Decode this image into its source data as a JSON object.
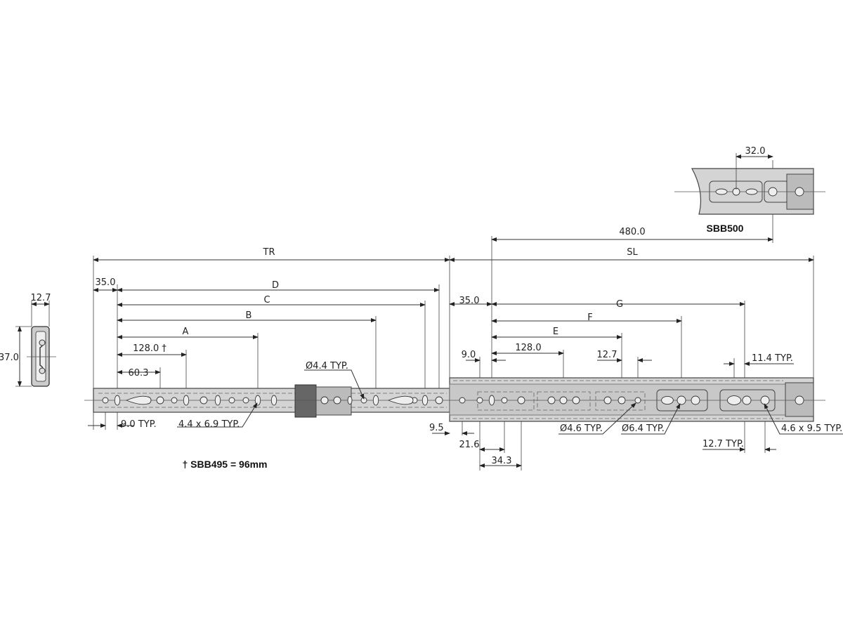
{
  "dimensions": {
    "tr": "TR",
    "sl": "SL",
    "d480": "480.0",
    "left_35": "35.0",
    "d": "D",
    "c": "C",
    "b": "B",
    "a": "A",
    "d128_dagger": "128.0 †",
    "d60_3": "60.3",
    "d9_0_typ": "9.0 TYP.",
    "hole_4_4x6_9": "4.4 x 6.9 TYP.",
    "dia_4_4": "Ø4.4 TYP.",
    "d9_5": "9.5",
    "right_35": "35.0",
    "g": "G",
    "f": "F",
    "e": "E",
    "d128": "128.0",
    "d9_0": "9.0",
    "d12_7": "12.7",
    "d11_4_typ": "11.4 TYP.",
    "d21_6": "21.6",
    "d34_3": "34.3",
    "dia_4_6": "Ø4.6 TYP.",
    "dia_6_4": "Ø6.4 TYP.",
    "d12_7_typ": "12.7 TYP.",
    "hole_4_6x9_5": "4.6 x 9.5 TYP.",
    "profile_width": "12.7",
    "profile_height": "37.0",
    "detail_32": "32.0"
  },
  "labels": {
    "detail_model": "SBB500",
    "footnote": "† SBB495 = 96mm"
  }
}
